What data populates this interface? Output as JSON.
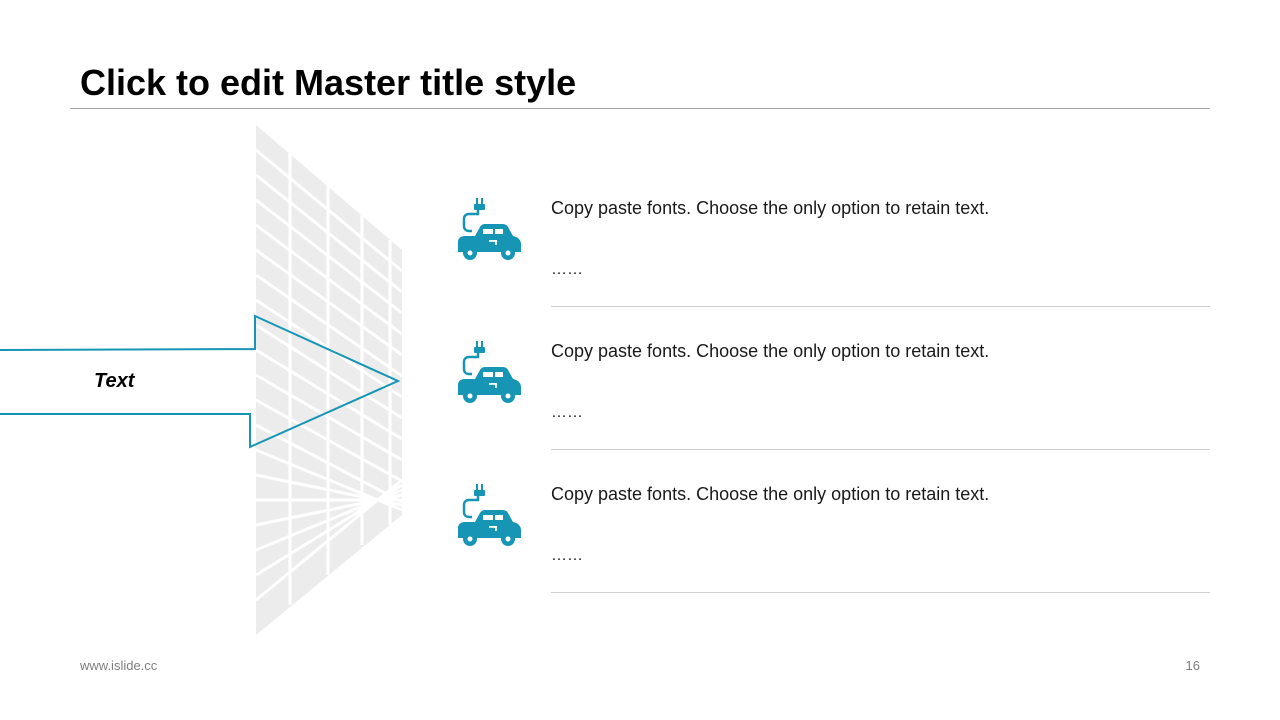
{
  "slide": {
    "title": "Click to edit Master title style",
    "arrow_label": "Text",
    "accent_color": "#1795b5",
    "items": [
      {
        "icon": "electric-car-icon",
        "text": "Copy paste fonts. Choose the only option to retain text.",
        "dots": "……"
      },
      {
        "icon": "electric-car-icon",
        "text": "Copy paste fonts. Choose the only option to retain text.",
        "dots": "……"
      },
      {
        "icon": "electric-car-icon",
        "text": "Copy paste fonts. Choose the only option to retain text.",
        "dots": "……"
      }
    ]
  },
  "footer": {
    "website": "www.islide.cc",
    "page_number": "16"
  }
}
